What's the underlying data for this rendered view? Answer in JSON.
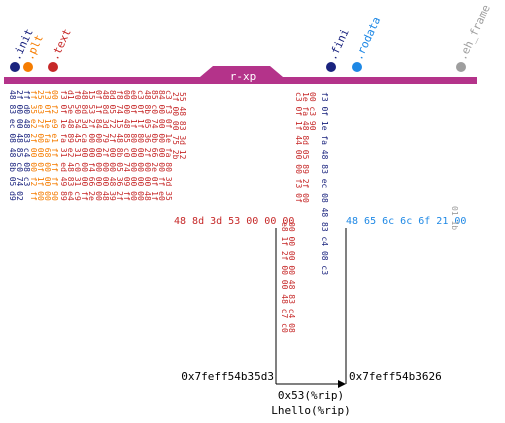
{
  "colors": {
    "segment_band": "#b4338a",
    "init": "#1a237e",
    "plt": "#f57c00",
    "text": "#c62828",
    "fini": "#1a237e",
    "rodata": "#1e88e5",
    "eh_frame": "#9e9e9e",
    "arrow": "#000000"
  },
  "segment": {
    "label": "r-xp"
  },
  "sections": [
    {
      "id": "init",
      "label": ".init",
      "color": "#1a237e"
    },
    {
      "id": "plt",
      "label": ".plt",
      "color": "#f57c00"
    },
    {
      "id": "text",
      "label": ".text",
      "color": "#c62828"
    },
    {
      "id": "fini",
      "label": ".fini",
      "color": "#1a237e"
    },
    {
      "id": "rodata",
      "label": ".rodata",
      "color": "#1e88e5"
    },
    {
      "id": "eh_frame",
      "label": ".eh_frame",
      "color": "#9e9e9e"
    }
  ],
  "init_columns": [
    "48 83 ec 08 48 8b 05 d9",
    "2f 00 00 48 85 c0 74 02",
    "ff d0 48 83 c4 08 c3"
  ],
  "plt_columns": [
    "ff 35 e2 2f 00 00 f2 ff",
    "25 e3 2f 00 00 0f 1f 00",
    "f3 0f 1e fa 68 00 00 00",
    "00 f2 e9 e1 ff ff ff 90"
  ],
  "text_columns": [
    "f3 0f 1e fa 31 ed 49 89",
    "d1 5e 48 89 e2 48 83 e4",
    "f0 50 54 45 31 c0 31 c9",
    "48 8d 3d ca 00 00 00 ff",
    "15 53 2f 00 00 f4 66 2e",
    "0f 1f 84 00 00 00 00 00",
    "48 8d 3d 79 2f 00 00 48",
    "8d 05 72 2f 00 00 48 39",
    "f8 74 15 48 8b 05 36 2f",
    "00 00 48 85 c0 74 09 ff",
    "e0 0f 1f 80 00 00 00 00",
    "c3 0f 1f 80 00 00 00 00",
    "48 8b 05 36 2f 00 00 48",
    "85 c0 74 0b 66 2e 0f 1f",
    "84 00 00 00 00 00 ff e0",
    "c3 f3 0f 1e fa 80 3d 35"
  ],
  "text_tail": {
    "col_a": "2f 00 00 75 2b",
    "col_b": "55 48 83 3d 12",
    "col_c": "48 8d 3d 53 00 00 00"
  },
  "text_after": [
    "e8 1f 2f 00 00 48 c7 c0",
    "00 00 00 00 48 83 c4 08",
    "c3 0f 1f 44 00 00 f3 0f",
    "1e fa 48 8d 05 89 2f 00",
    "00 c3 90"
  ],
  "fini_column": "f3 0f 1e fa 48 83 ec 08 48 83 c4 08 c3",
  "rodata_row": "48 65 6c 6c 6f 21 00",
  "eh_frame_column": "01 1b",
  "callout": {
    "left_address": "0x7feff54b35d3",
    "right_address": "0x7feff54b3626",
    "operand": "0x53(%rip)",
    "symbol": "Lhello(%rip)"
  }
}
